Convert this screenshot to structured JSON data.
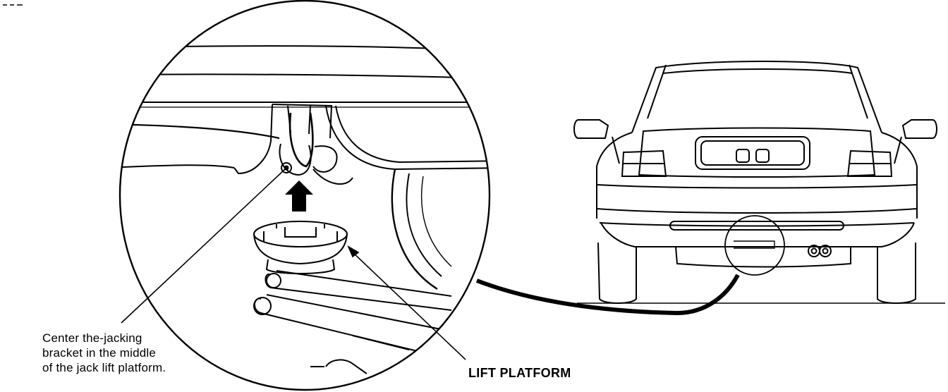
{
  "diagram": {
    "callouts": {
      "jacking_bracket": {
        "lines": [
          "Center the-jacking",
          "bracket in the middle",
          "of the jack lift platform."
        ]
      },
      "lift_platform": "LIFT PLATFORM"
    },
    "icons": {
      "detail_view": "magnified-jack-detail-illustration",
      "car": "car-rear-view-illustration",
      "arrow": "up-arrow-icon"
    }
  }
}
